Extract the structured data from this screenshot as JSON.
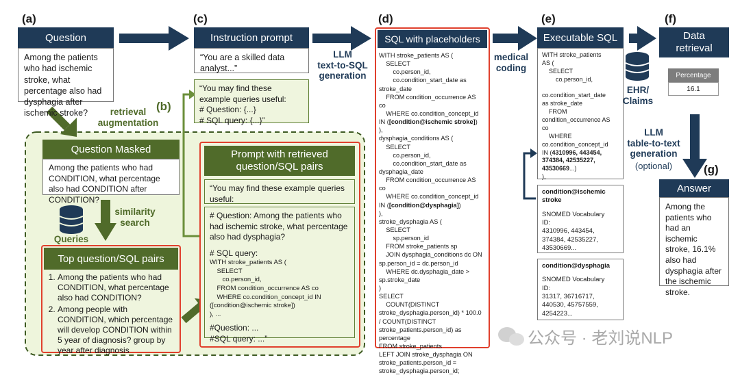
{
  "letters": {
    "a": "(a)",
    "b": "(b)",
    "c": "(c)",
    "d": "(d)",
    "e": "(e)",
    "f": "(f)",
    "g": "(g)"
  },
  "question": {
    "header": "Question",
    "text": "Among the patients who had ischemic stroke, what percentage also had dysphagia after ischemic stroke?"
  },
  "instruction": {
    "header": "Instruction prompt",
    "text": "“You are a skilled data analyst...”",
    "examples": "“You may find these example queries useful:\n# Question: {...}\n# SQL query: {...}”"
  },
  "llm_text_to_sql": "LLM\ntext-to-SQL\ngeneration",
  "retrieval_augmentation": "retrieval\naugmentation",
  "masked": {
    "header": "Question Masked",
    "text": "Among the patients who had CONDITION, what percentage also had CONDITION after CONDITION?"
  },
  "similarity_search": "similarity\nsearch",
  "queries_label": "Queries",
  "top_pairs": {
    "header": "Top question/SQL pairs",
    "items": [
      "Among the patients who had CONDITION, what percentage also had CONDITION?",
      "Among people with CONDITION, which percentage will develop CONDITION within 5 year of diagnosis? group by year after diagnosis"
    ]
  },
  "prompt_retrieved": {
    "header": "Prompt with retrieved question/SQL pairs",
    "intro": "“You may find these example queries useful:",
    "q1": "# Question: Among the patients who had ischemic stroke, what percentage also had dysphagia?",
    "sql_label": "# SQL query:",
    "sql_code": "WITH stroke_patients AS (\n    SELECT\n       co.person_id,\n    FROM condition_occurrence AS co\n    WHERE co.condition_concept_id IN\n([condition@ischemic stroke])\n), ...",
    "q_more": "#Question: ...",
    "sql_more": "#SQL query: ...”"
  },
  "sql_placeholders": {
    "header": "SQL with placeholders",
    "code1": "WITH stroke_patients AS (\n    SELECT\n        co.person_id,\n        co.condition_start_date as\nstroke_date\n    FROM condition_occurrence AS\nco\n    WHERE co.condition_concept_id\nIN (",
    "ph1": "[condition@ischemic stroke]",
    "code2": ")\n),\ndysphagia_conditions AS (\n    SELECT\n        co.person_id,\n        co.condition_start_date as\ndysphagia_date\n    FROM condition_occurrence AS\nco\n    WHERE co.condition_concept_id\nIN (",
    "ph2": "[condition@dysphagia]",
    "code3": ")\n),\nstroke_dysphagia AS (\n    SELECT\n        sp.person_id\n    FROM stroke_patients sp\n    JOIN dysphagia_conditions dc ON\nsp.person_id = dc.person_id\n    WHERE dc.dysphagia_date >\nsp.stroke_date\n)\nSELECT\n    COUNT(DISTINCT\nstroke_dysphagia.person_id) * 100.0\n/ COUNT(DISTINCT\nstroke_patients.person_id) as\npercentage\nFROM stroke_patients\nLEFT JOIN stroke_dysphagia ON\nstroke_patients.person_id =\nstroke_dysphagia.person_id;"
  },
  "medical_coding": "medical\ncoding",
  "executable": {
    "header": "Executable SQL",
    "code1": "WITH stroke_patients\nAS (\n    SELECT\n        co.person_id,\n\nco.condition_start_date\nas stroke_date\n    FROM\ncondition_occurrence AS\nco\n    WHERE\nco.condition_concept_id\nIN (",
    "ids": "4310996, 443454,\n374384, 42535227,\n43530669",
    "code2": "...)\n),\n..."
  },
  "cond_ischemic": {
    "title": "condition@ischemic\nstroke",
    "body": "SNOMED Vocabulary\nID:\n4310996, 443454,\n374384, 42535227,\n43530669..."
  },
  "cond_dysphagia": {
    "title": "condition@dysphagia",
    "body": "SNOMED Vocabulary\nID:\n31317, 36716717,\n440530, 45757559,\n4254223..."
  },
  "ehr_label": "EHR/\nClaims",
  "data_retrieval": {
    "header": "Data\nretrieval",
    "table_header": "Percentage",
    "table_value": "16.1"
  },
  "llm_table_to_text": "LLM\ntable-to-text\ngeneration",
  "optional": "(optional)",
  "answer": {
    "header": "Answer",
    "text": "Among the patients who had an ischemic stroke, 16.1% also had dysphagia after the ischemic stroke."
  },
  "watermark": "公众号 · 老刘说NLP",
  "colors": {
    "navy": "#1f3a57",
    "olive": "#506b2a",
    "light_green": "#eff5de",
    "red": "#e0402d"
  }
}
